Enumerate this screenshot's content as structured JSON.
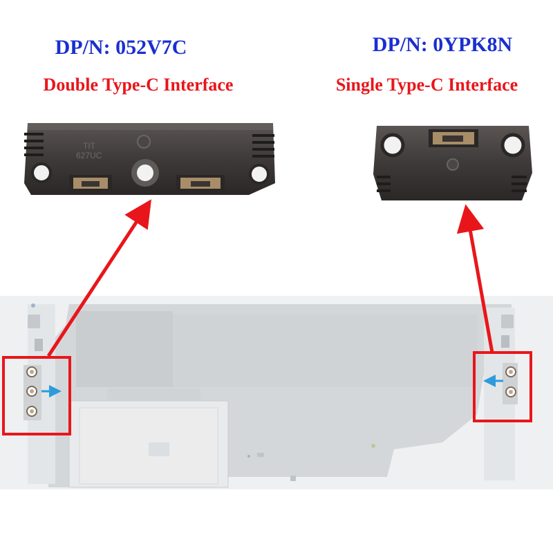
{
  "left_connector": {
    "part_number": "DP/N: 052V7C",
    "description": "Double Type-C Interface",
    "engraving_line1": "TIT",
    "engraving_line2": "627UC"
  },
  "right_connector": {
    "part_number": "DP/N: 0YPK8N",
    "description": "Single Type-C Interface"
  },
  "colors": {
    "part_number_text": "#1a2fd0",
    "description_text": "#e8161b",
    "arrow": "#e8161b",
    "highlight_box": "#e8161b",
    "direction_arrow": "#2e9bdc",
    "board_shadow": "#d4d7da",
    "metal_shield": "#e9eaeb"
  },
  "icons": {
    "callout_arrow": "red-arrow-icon",
    "direction": "blue-arrow-icon",
    "screw": "screw-icon"
  }
}
